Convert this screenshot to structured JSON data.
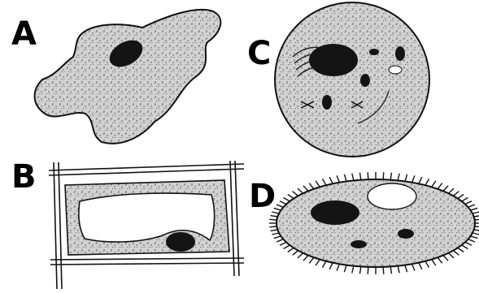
{
  "labels": {
    "a": "A",
    "b": "B",
    "c": "C",
    "d": "D"
  },
  "colors": {
    "ink": "#111111",
    "cytoplasm": "#c9c9c9",
    "nucleus": "#141414",
    "vacuole": "#ffffff"
  }
}
